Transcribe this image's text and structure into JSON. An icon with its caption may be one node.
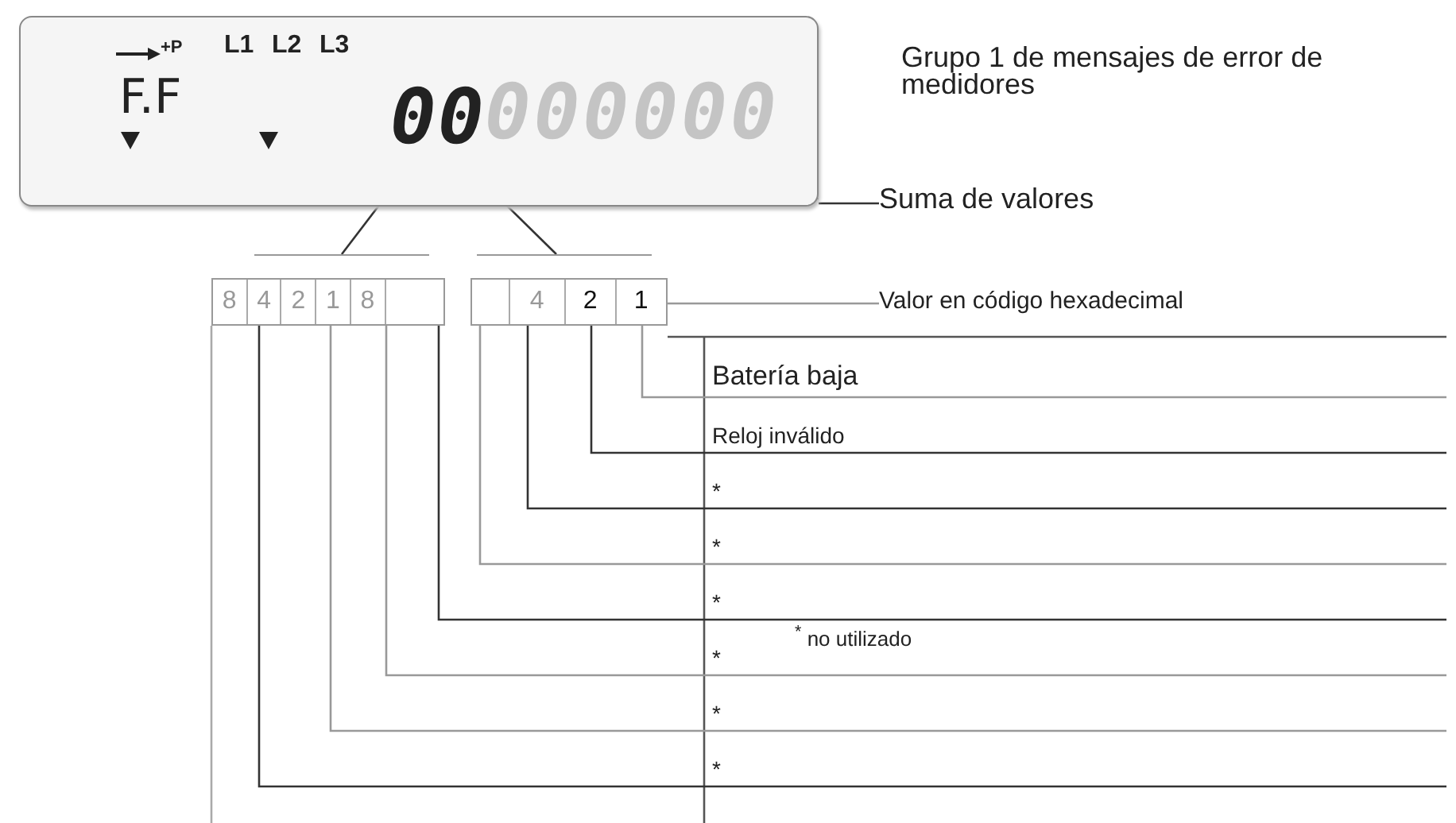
{
  "diagram": {
    "title": "Grupo 1 de mensajes de error de medidores",
    "nodes": [
      {
        "text": [
          "+P",
          "L1",
          "L2",
          "L3",
          "F.F",
          "000000"
        ]
      },
      {
        "text": [
          "0"
        ],
        "in": 0
      },
      {
        "text": [
          "0"
        ],
        "in": 0
      },
      {
        "text": [
          "8",
          "4",
          "2",
          "1",
          "8"
        ]
      },
      {
        "text": [
          "4",
          "2",
          "1"
        ]
      },
      {
        "text": [
          "Suma de valores"
        ]
      },
      {
        "text": [
          "Valor en código hexadecimal"
        ]
      },
      {
        "text": [
          "Batería baja"
        ]
      },
      {
        "text": [
          "Reloj inválido"
        ]
      },
      {
        "text": [
          "*"
        ]
      },
      {
        "text": [
          "*"
        ]
      },
      {
        "text": [
          "*"
        ]
      },
      {
        "text": [
          "*"
        ]
      },
      {
        "text": [
          "*"
        ]
      },
      {
        "text": [
          "*"
        ]
      }
    ],
    "edges": [
      {
        "from": 1,
        "to": 3,
        "arrow": "none"
      },
      {
        "from": 2,
        "to": 4,
        "arrow": "none"
      },
      {
        "from": 5,
        "to": 0,
        "arrow": "none"
      },
      {
        "from": 6,
        "to": 4,
        "arrow": "none",
        "color": "#999999"
      },
      {
        "from": 7,
        "to": 4,
        "arrow": "none",
        "color": "#999999"
      },
      {
        "from": 8,
        "to": 4,
        "arrow": "none"
      },
      {
        "from": 9,
        "to": 4,
        "arrow": "none"
      },
      {
        "from": 10,
        "to": 4,
        "arrow": "none",
        "color": "#999999"
      },
      {
        "from": 11,
        "to": 3,
        "arrow": "none"
      },
      {
        "from": 12,
        "to": 3,
        "arrow": "none",
        "color": "#999999"
      },
      {
        "from": 13,
        "to": 3,
        "arrow": "none",
        "color": "#999999"
      },
      {
        "from": 14,
        "to": 3,
        "arrow": "none"
      }
    ],
    "labels": [
      "$^{*}$ no utilizado"
    ]
  }
}
